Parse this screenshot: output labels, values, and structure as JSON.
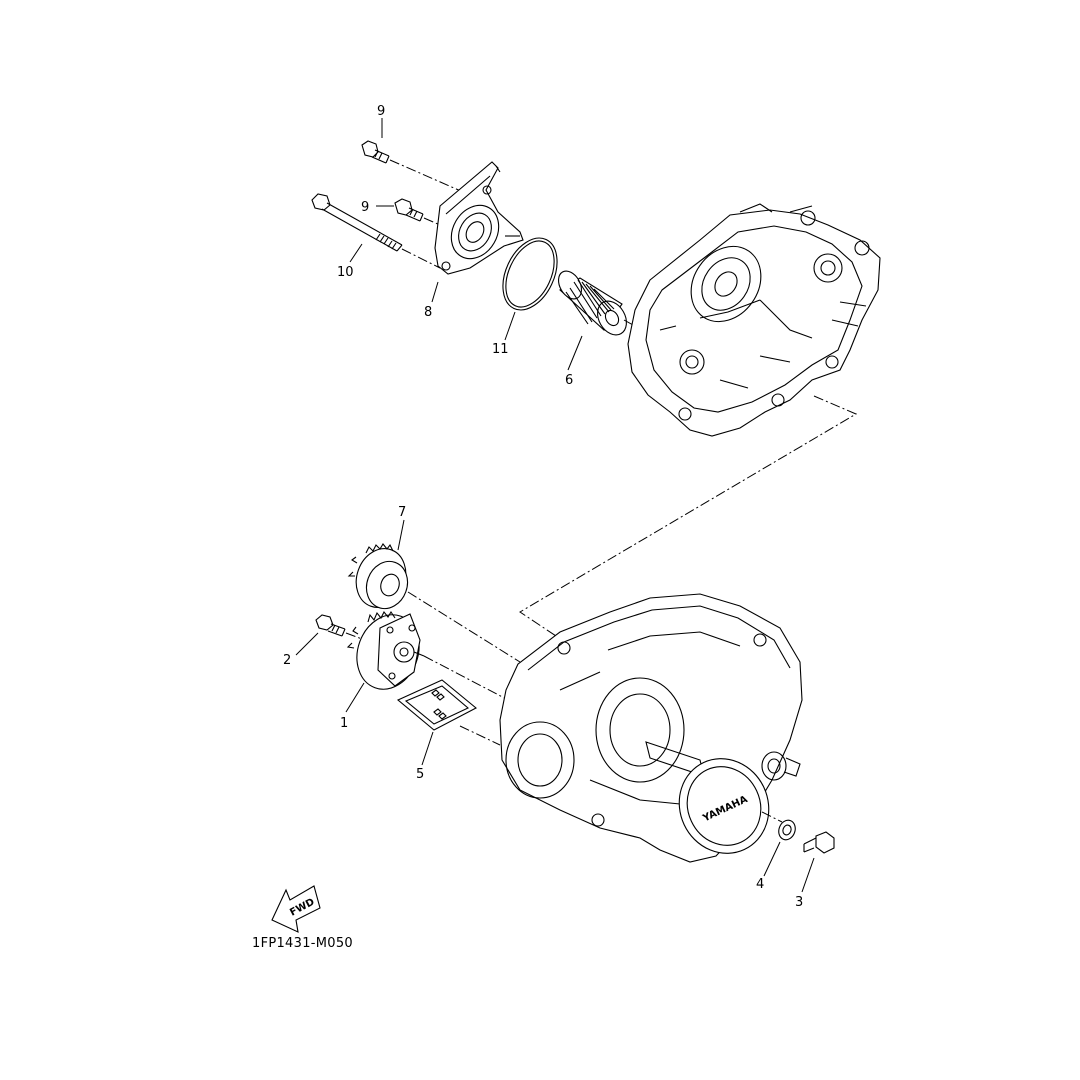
{
  "diagram_code": "1FP1431-M050",
  "fwd_text": "FWD",
  "callouts": [
    {
      "id": "label-1",
      "text": "1"
    },
    {
      "id": "label-2",
      "text": "2"
    },
    {
      "id": "label-3",
      "text": "3"
    },
    {
      "id": "label-4",
      "text": "4"
    },
    {
      "id": "label-5",
      "text": "5"
    },
    {
      "id": "label-6",
      "text": "6"
    },
    {
      "id": "label-7",
      "text": "7"
    },
    {
      "id": "label-8",
      "text": "8"
    },
    {
      "id": "label-9a",
      "text": "9"
    },
    {
      "id": "label-9b",
      "text": "9"
    },
    {
      "id": "label-10",
      "text": "10"
    },
    {
      "id": "label-11",
      "text": "11"
    }
  ],
  "crankcase_badge": "YAMAHA"
}
